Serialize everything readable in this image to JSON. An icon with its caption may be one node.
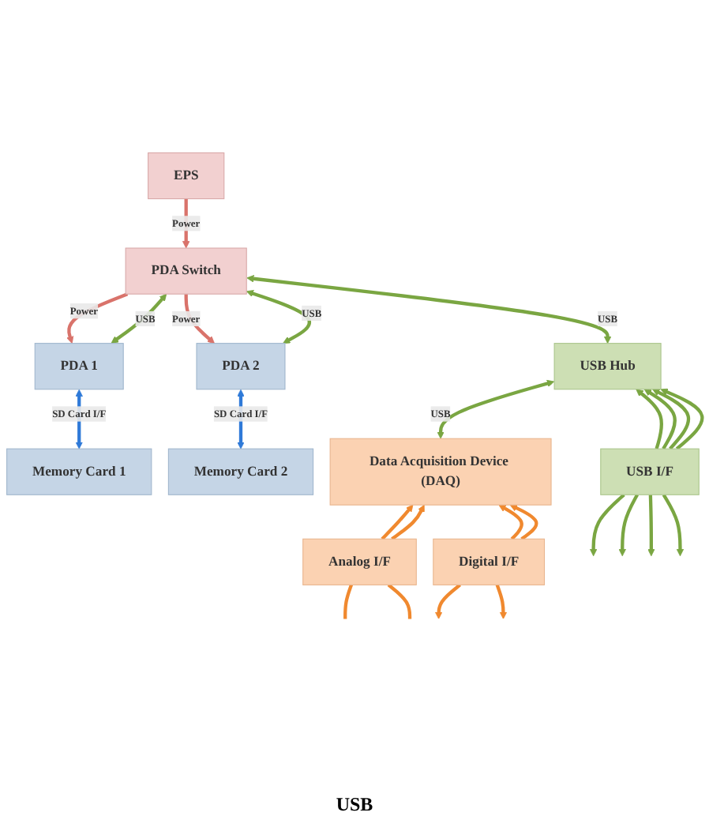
{
  "diagram": {
    "nodes": [
      {
        "text": [
          "EPS"
        ]
      },
      {
        "text": [
          "PDA 1"
        ]
      },
      {
        "text": [
          "PDA Switch"
        ]
      },
      {
        "text": [
          "PDA 2"
        ]
      },
      {
        "text": [
          "Memory Card 1"
        ]
      },
      {
        "text": [
          "USB Hub"
        ]
      },
      {
        "text": [
          "Memory Card 2"
        ]
      },
      {
        "text": [
          "Data Acquisition Device (DAQ)"
        ]
      },
      {
        "text": [
          "USB I/F"
        ]
      },
      {
        "text": [
          "Analog I/F"
        ]
      },
      {
        "text": [
          "Digital I/F"
        ]
      }
    ],
    "edges": [
      {
        "from": 0,
        "to": 2,
        "arrow": "to",
        "label": "Power",
        "color": "#d9736b"
      },
      {
        "from": 2,
        "to": 1,
        "arrow": "to",
        "label": "Power",
        "color": "#d9736b"
      },
      {
        "from": 2,
        "to": 3,
        "arrow": "to",
        "label": "Power",
        "color": "#d9736b"
      },
      {
        "from": 1,
        "to": 2,
        "arrow": "both",
        "label": "USB"
      },
      {
        "from": 3,
        "to": 2,
        "arrow": "both",
        "label": "USB"
      },
      {
        "from": 2,
        "to": 5,
        "arrow": "both",
        "label": "USB"
      },
      {
        "from": 1,
        "to": 4,
        "arrow": "both",
        "label": "SD Card I/F",
        "color": "#2f7ad8"
      },
      {
        "from": 3,
        "to": 6,
        "arrow": "both",
        "label": "SD Card I/F",
        "color": "#2f7ad8"
      },
      {
        "from": 5,
        "to": 7,
        "arrow": "both",
        "label": "USB"
      },
      {
        "from": 8,
        "to": 5,
        "arrow": "to"
      },
      {
        "from": 8,
        "to": 5,
        "arrow": "to"
      },
      {
        "from": 8,
        "to": 5,
        "arrow": "to"
      },
      {
        "from": 8,
        "to": 5,
        "arrow": "to"
      },
      {
        "from": 8,
        "to": null,
        "arrow": "to"
      },
      {
        "from": 8,
        "to": null,
        "arrow": "to"
      },
      {
        "from": 8,
        "to": null,
        "arrow": "to"
      },
      {
        "from": 8,
        "to": null,
        "arrow": "to"
      },
      {
        "from": 9,
        "to": 7,
        "arrow": "to",
        "color": "#f0892f"
      },
      {
        "from": 9,
        "to": 7,
        "arrow": "to",
        "color": "#f0892f"
      },
      {
        "from": null,
        "to": 9,
        "arrow": "none",
        "color": "#f0892f"
      },
      {
        "from": null,
        "to": 9,
        "arrow": "none",
        "color": "#f0892f"
      },
      {
        "from": 10,
        "to": 7,
        "arrow": "to",
        "color": "#f0892f"
      },
      {
        "from": 10,
        "to": 7,
        "arrow": "to",
        "color": "#f0892f"
      },
      {
        "from": 10,
        "to": null,
        "arrow": "to",
        "color": "#f0892f"
      },
      {
        "from": 10,
        "to": null,
        "arrow": "to",
        "color": "#f0892f"
      }
    ],
    "labels": [
      "USB"
    ]
  }
}
